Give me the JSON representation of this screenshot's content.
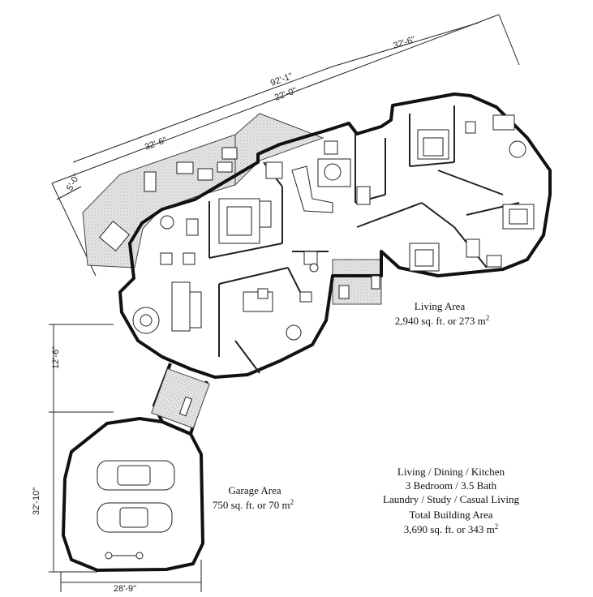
{
  "dimensions": {
    "overall": "92'-1\"",
    "upper_right": "32'-6\"",
    "upper_mid": "22'-0\"",
    "left_deck": "32'-6\"",
    "deck_depth": "5'-0\"",
    "breezeway": "12'-6\"",
    "garage_depth": "32'-10\"",
    "garage_width": "28'-9\""
  },
  "living_area": {
    "title": "Living Area",
    "size": "2,940 sq. ft. or 273 m",
    "sup": "2"
  },
  "garage_area": {
    "title": "Garage Area",
    "size": "750 sq. ft. or 70 m",
    "sup": "2"
  },
  "features": {
    "line1": "Living / Dining / Kitchen",
    "line2": "3  Bedroom / 3.5  Bath",
    "line3": "Laundry / Study / Casual Living"
  },
  "total": {
    "title": "Total Building Area",
    "size": "3,690 sq. ft. or 343 m",
    "sup": "2"
  }
}
